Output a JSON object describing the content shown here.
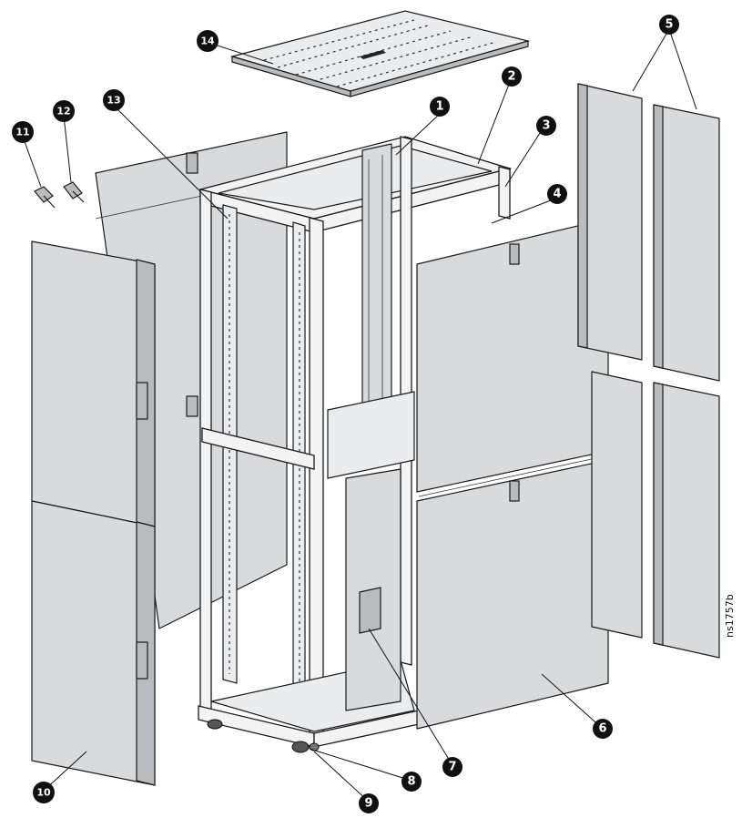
{
  "callouts": [
    {
      "id": "c1",
      "number": "1",
      "color": "#111111"
    },
    {
      "id": "c2",
      "number": "2",
      "color": "#111111"
    },
    {
      "id": "c3",
      "number": "3",
      "color": "#111111"
    },
    {
      "id": "c4",
      "number": "4",
      "color": "#111111"
    },
    {
      "id": "c5",
      "number": "5",
      "color": "#111111"
    },
    {
      "id": "c6",
      "number": "6",
      "color": "#111111"
    },
    {
      "id": "c7",
      "number": "7",
      "color": "#111111"
    },
    {
      "id": "c8",
      "number": "8",
      "color": "#111111"
    },
    {
      "id": "c9",
      "number": "9",
      "color": "#111111"
    },
    {
      "id": "c10",
      "number": "10",
      "color": "#111111"
    },
    {
      "id": "c11",
      "number": "11",
      "color": "#111111"
    },
    {
      "id": "c12",
      "number": "12",
      "color": "#111111"
    },
    {
      "id": "c13",
      "number": "13",
      "color": "#111111"
    },
    {
      "id": "c14",
      "number": "14",
      "color": "#111111"
    }
  ],
  "drawing_code": "ns1757b"
}
